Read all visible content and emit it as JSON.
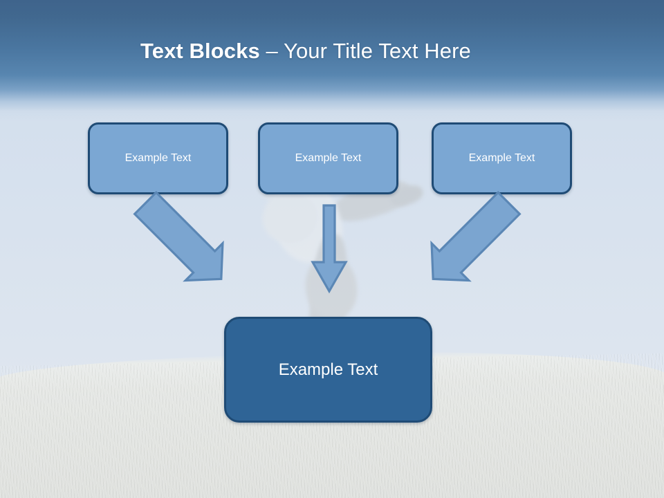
{
  "slide": {
    "title": {
      "bold_part": "Text Blocks",
      "rest_part": " – Your Title Text Here",
      "full": "Text Blocks – Your Title Text Here"
    },
    "top_boxes": [
      {
        "label": "Example Text"
      },
      {
        "label": "Example Text"
      },
      {
        "label": "Example Text"
      }
    ],
    "arrows": [
      {
        "name": "arrow-down-right",
        "direction": "down-right"
      },
      {
        "name": "arrow-down",
        "direction": "down"
      },
      {
        "name": "arrow-down-left",
        "direction": "down-left"
      }
    ],
    "result_box": {
      "label": "Example Text"
    },
    "colors": {
      "banner_top": "#3f648c",
      "banner_bottom": "#5886b0",
      "sky": "#d3dfed",
      "grass": "#e5e7e4",
      "box_fill": "#7ba7d3",
      "box_border": "#1f4b75",
      "result_fill": "#2f6496",
      "arrow_fill": "#7ba5d0",
      "arrow_border": "#5b87b5",
      "title_text": "#ffffff"
    }
  }
}
